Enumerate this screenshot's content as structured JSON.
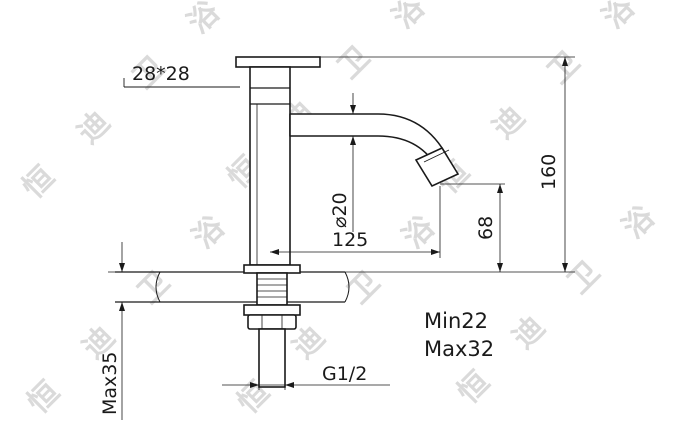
{
  "dimensions": {
    "handle_size": "28*28",
    "spout_diameter": "⌀20",
    "reach": "125",
    "outlet_height": "68",
    "total_height": "160",
    "thread": "G1/2",
    "max_thickness": "Max35"
  },
  "notes": {
    "min": "Min22",
    "max": "Max32"
  },
  "watermark": {
    "char1": "恒",
    "char2": "迪",
    "char3": "卫",
    "char4": "浴"
  }
}
